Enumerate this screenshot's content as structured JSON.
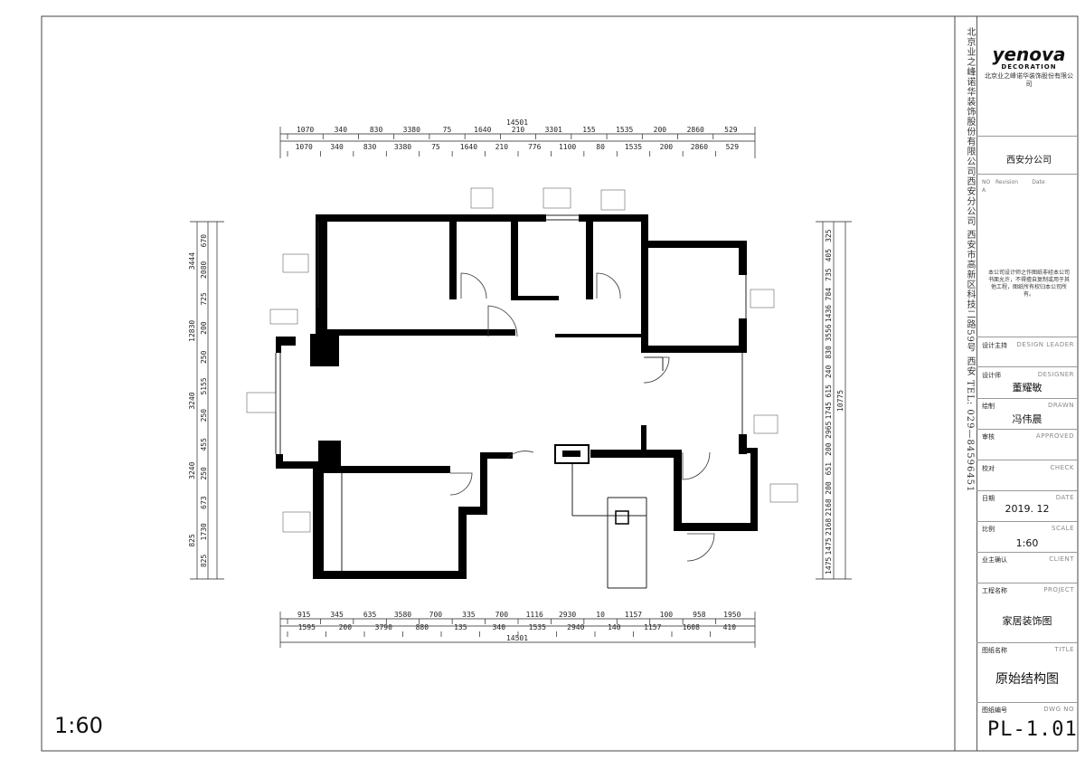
{
  "drawing": {
    "scale_label": "1:60",
    "top_total": "14501",
    "bottom_total": "14501",
    "top_dims_row1": [
      "1070",
      "340",
      "830",
      "3380",
      "75",
      "1640",
      "210",
      "3301",
      "155",
      "1535",
      "200",
      "2860",
      "529"
    ],
    "top_dims_row2": [
      "1070",
      "340",
      "830",
      "3380",
      "75",
      "1640",
      "210",
      "776",
      "1100",
      "80",
      "1535",
      "200",
      "2860",
      "529"
    ],
    "bottom_dims_row1": [
      "915",
      "345",
      "635",
      "3580",
      "700",
      "335",
      "700",
      "1116",
      "2930",
      "10",
      "1157",
      "100",
      "958",
      "1950"
    ],
    "bottom_dims_row2": [
      "1595",
      "200",
      "3790",
      "880",
      "135",
      "340",
      "1535",
      "2940",
      "140",
      "1157",
      "1608",
      "410"
    ],
    "left_dims_outer": [
      "3444",
      "12830",
      "3240",
      "3240",
      "825"
    ],
    "left_dims_inner": [
      "670",
      "2080",
      "725",
      "200",
      "250",
      "5155",
      "250",
      "455",
      "250",
      "673",
      "1730",
      "825"
    ],
    "right_dims_outer": [
      "10775"
    ],
    "right_dims_inner": [
      "325",
      "405",
      "735",
      "784",
      "1436",
      "3556",
      "830",
      "240",
      "615",
      "1745",
      "2965",
      "200",
      "651",
      "200",
      "2168",
      "2168",
      "1475",
      "1475"
    ]
  },
  "address_vertical": "北京业之峰诺华装饰股份有限公司西安分公司  西安市高新区科技二路59号  西安  TEL: 029—84596451",
  "title_block": {
    "brand": "yenova",
    "brand_sub": "DECORATION",
    "company_cn": "北京业之峰诺华装饰股份有限公司",
    "branch": "西安分公司",
    "rev_no": "NO",
    "rev_desc": "Revision",
    "rev_date": "Date",
    "rev_first": "A",
    "notice": "本公司设计师之作图纸非经本公司书面允许，不得擅自复制或用于其他工程，图纸所有权归本公司所有。",
    "design_lead_cn": "设计主持",
    "design_lead_en": "DESIGN LEADER",
    "designer_cn": "设计师",
    "designer_en": "DESIGNER",
    "designer": "董耀敏",
    "drawn_cn": "绘制",
    "drawn_en": "DRAWN",
    "drawn": "冯伟晨",
    "approved_cn": "审核",
    "approved_en": "APPROVED",
    "check_cn": "校对",
    "check_en": "CHECK",
    "date_cn": "日期",
    "date_en": "DATE",
    "date": "2019. 12",
    "scale_cn": "比例",
    "scale_en": "SCALE",
    "scale": "1:60",
    "client_cn": "业主确认",
    "client_en": "CLIENT",
    "project_cn": "工程名称",
    "project_en": "PROJECT",
    "project": "家居装饰图",
    "title_cn": "图纸名称",
    "title_en": "TITLE",
    "title": "原始结构图",
    "drawing_no_cn": "图纸编号",
    "drawing_no_en": "DWG NO",
    "drawing_no": "PL-1.01"
  }
}
